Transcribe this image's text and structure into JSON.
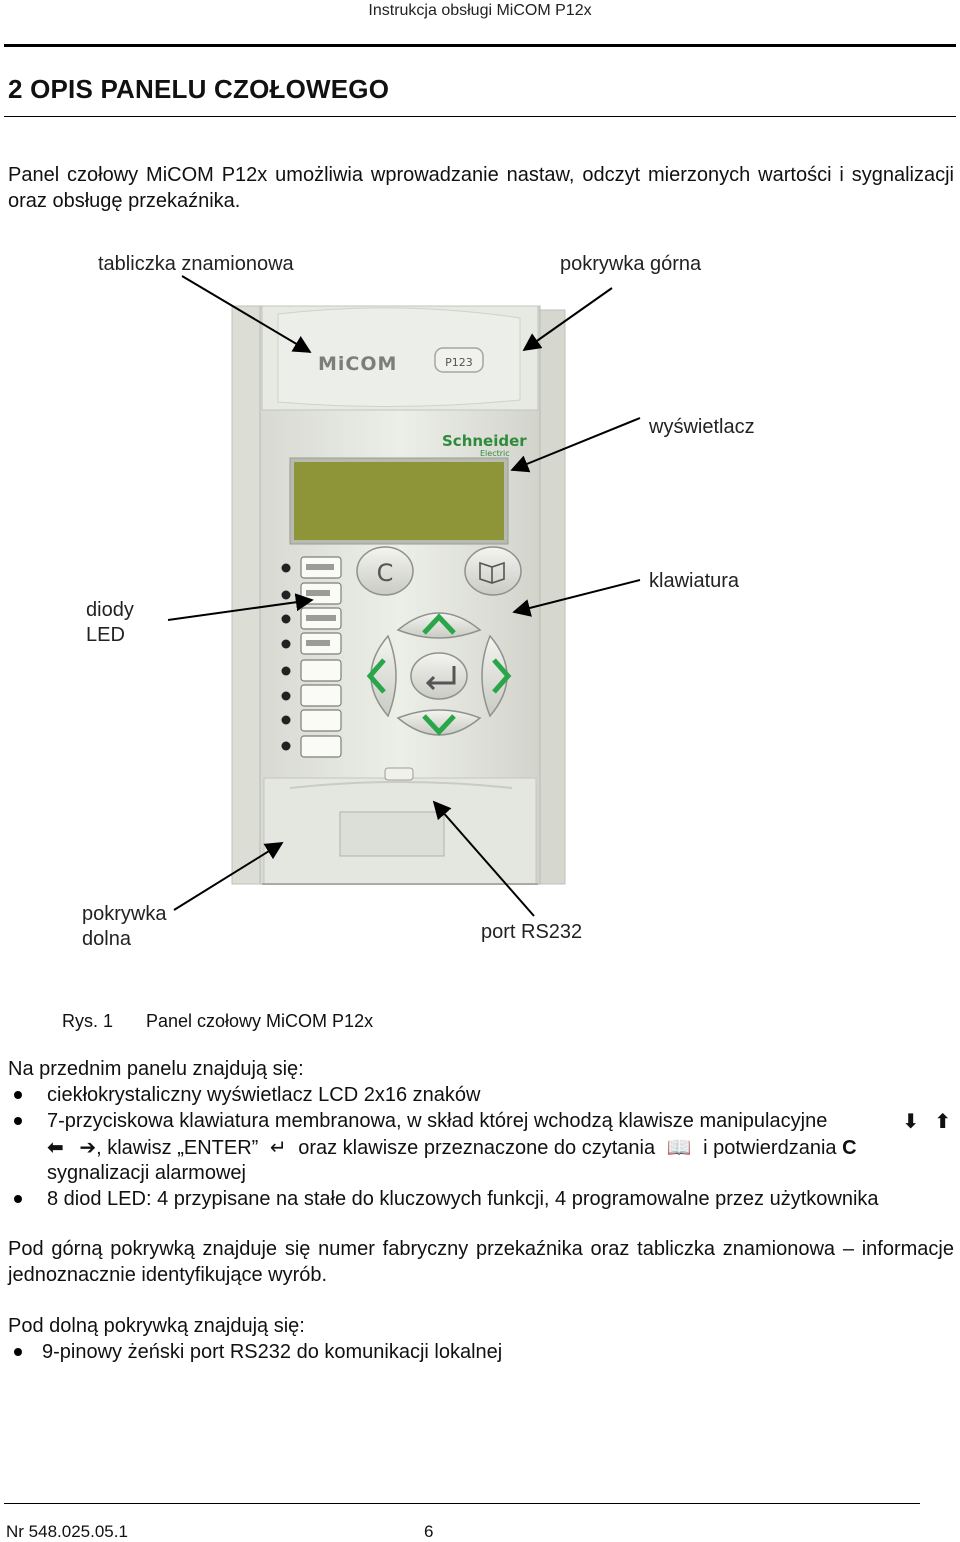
{
  "header": {
    "title": "Instrukcja obsługi MiCOM P12x"
  },
  "section": {
    "title": "2  OPIS PANELU CZOŁOWEGO"
  },
  "intro": "Panel czołowy MiCOM P12x umożliwia wprowadzanie nastaw, odczyt mierzonych wartości i sygnalizacji oraz obsługę przekaźnika.",
  "figure": {
    "device": {
      "brand": "MiCOM",
      "model": "P123",
      "maker": "Schneider",
      "maker_sub": "Electric"
    },
    "callouts": {
      "nameplate": "tabliczka znamionowa",
      "top_cover": "pokrywka górna",
      "display": "wyświetlacz",
      "keypad": "klawiatura",
      "leds_1": "diody",
      "leds_2": "LED",
      "bottom_cover_1": "pokrywka",
      "bottom_cover_2": "dolna",
      "rs232": "port RS232"
    },
    "caption_num": "Rys. 1",
    "caption_text": "Panel czołowy MiCOM P12x",
    "colors": {
      "panel": "#e4e6de",
      "lcd": "#8e9438",
      "arrow_green": "#2aa64a"
    }
  },
  "front_list": {
    "lead": "Na przednim panelu znajdują się:",
    "b1": "ciekłokrystaliczny wyświetlacz LCD 2x16 znaków",
    "b2_a": "7-przyciskowa klawiatura membranowa, w skład której wchodzą klawisze manipulacyjne",
    "b2_b": ", klawisz „ENTER”",
    "b2_c": "oraz klawisze przeznaczone do czytania",
    "b2_d": "i potwierdzania",
    "b2_e": "C",
    "b2_f": "sygnalizacji alarmowej",
    "b3": "8 diod LED: 4 przypisane na stałe do kluczowych funkcji, 4 programowalne przez użytkownika",
    "icons": {
      "down": "arrow-down-icon",
      "up": "arrow-up-icon",
      "left": "arrow-left-icon",
      "right": "arrow-right-icon",
      "enter": "enter-icon",
      "read": "book-icon"
    }
  },
  "top_cover_para": "Pod górną pokrywką znajduje się numer fabryczny przekaźnika oraz tabliczka znamionowa – informacje jednoznacznie identyfikujące wyrób.",
  "bottom_list": {
    "lead": "Pod dolną pokrywką znajdują się:",
    "b1": "9-pinowy żeński port RS232 do komunikacji lokalnej"
  },
  "footer": {
    "doc_no": "Nr 548.025.05.1",
    "page": "6"
  }
}
